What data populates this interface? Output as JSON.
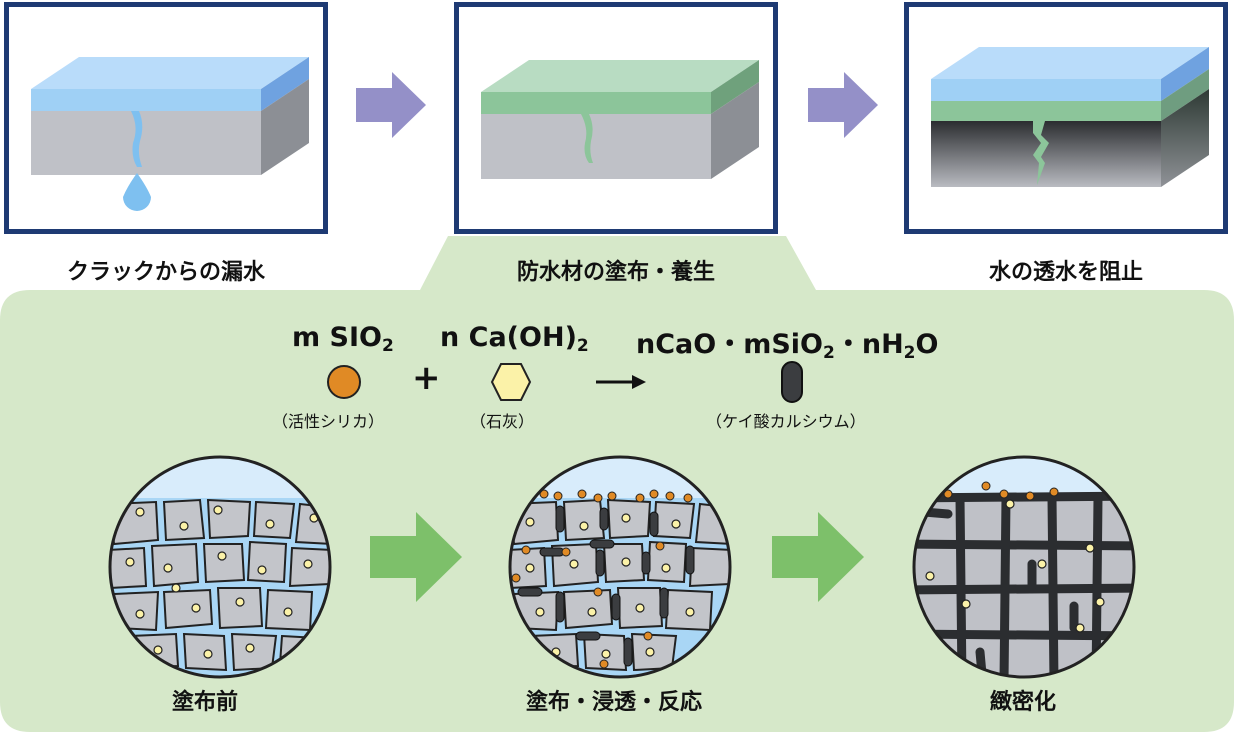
{
  "steps": [
    {
      "caption": "クラックからの漏水"
    },
    {
      "caption": "防水材の塗布・養生"
    },
    {
      "caption": "水の透水を阻止"
    }
  ],
  "reaction": {
    "reactant1": {
      "coef": "m",
      "formula": "SIO",
      "sub": "2",
      "name": "（活性シリカ）"
    },
    "plus": "+",
    "reactant2": {
      "coef": "n",
      "formula": "Ca(OH)",
      "sub": "2",
      "name": "（石灰）"
    },
    "product": {
      "part1": "nCaO・mSiO",
      "sub1": "2",
      "part2": "・nH",
      "sub2": "2",
      "part3": "O",
      "name": "（ケイ酸カルシウム）"
    }
  },
  "stages": [
    {
      "caption": "塗布前"
    },
    {
      "caption": "塗布・浸透・反応"
    },
    {
      "caption": "緻密化"
    }
  ],
  "colors": {
    "frame": "#1e3a73",
    "water": "#a9d6f5",
    "coating": "#8cc59a",
    "concrete": "#bfc1c7",
    "arrow_purple": "#9490c8",
    "arrow_green": "#7dc06a",
    "background_green": "#d6e8c9",
    "silica": "#e08a25",
    "lime": "#fbf2a8",
    "calcium_silicate": "#3b3d40"
  }
}
